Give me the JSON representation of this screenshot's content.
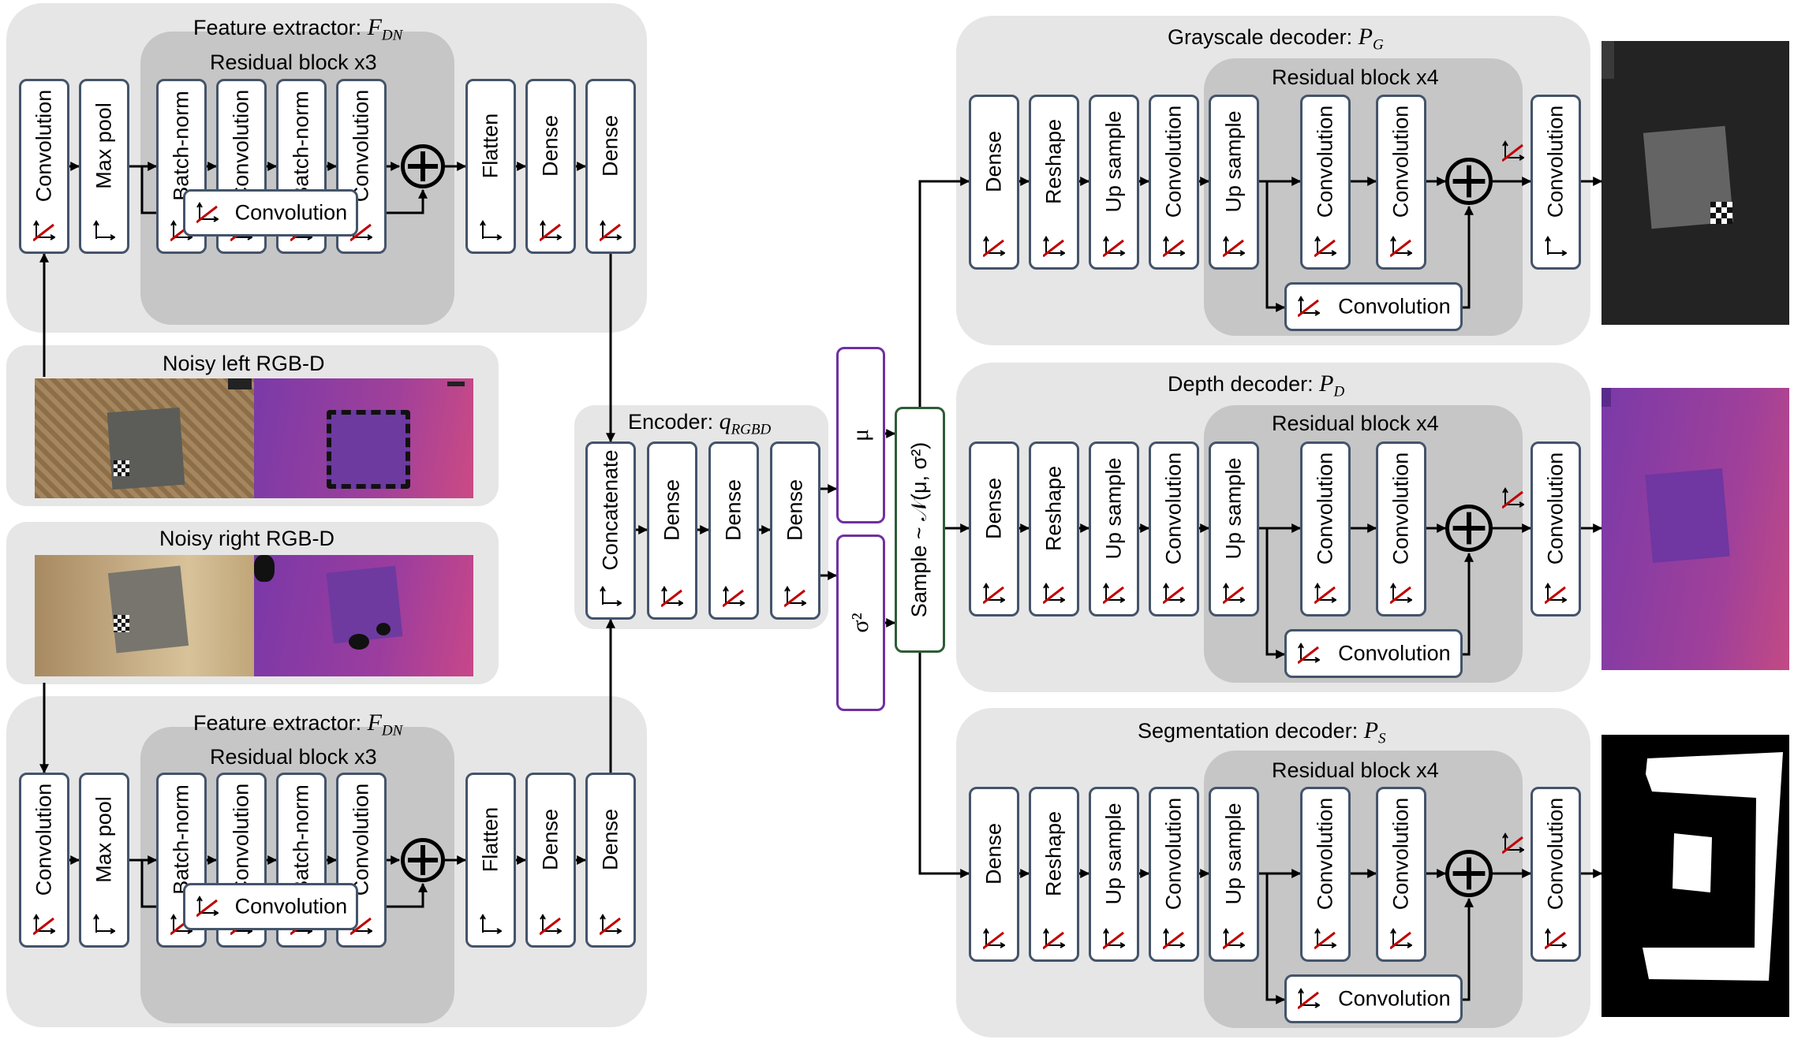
{
  "feature_extractor_title": "Feature extractor: ",
  "feature_extractor_symbol": "F",
  "feature_extractor_sub": "DN",
  "residual_x3": "Residual block x3",
  "residual_x4": "Residual block x4",
  "noisy_left_title": "Noisy left RGB-D",
  "noisy_right_title": "Noisy right RGB-D",
  "encoder_title": "Encoder: ",
  "encoder_symbol": "q",
  "encoder_sub": "RGBD",
  "grayscale_title": "Grayscale decoder: ",
  "grayscale_symbol": "P",
  "grayscale_sub": "G",
  "depth_title": "Depth decoder: ",
  "depth_symbol": "P",
  "depth_sub": "D",
  "segmentation_title": "Segmentation decoder: ",
  "segmentation_symbol": "P",
  "segmentation_sub": "S",
  "mu_label": "μ",
  "sigma_label": "σ²",
  "sample_label": "Sample ~ 𝒩(μ, σ²)",
  "labels": {
    "convolution": "Convolution",
    "max_pool": "Max pool",
    "batch_norm": "Batch-norm",
    "flatten": "Flatten",
    "dense": "Dense",
    "concatenate": "Concatenate",
    "reshape": "Reshape",
    "up_sample": "Up sample"
  },
  "icons": {
    "activation": "activation-plot-icon",
    "no_activation": "crossed-activation-icon",
    "sum": "circle-plus-icon"
  },
  "colors": {
    "panel": "#e6e6e6",
    "residual": "#c6c6c6",
    "block_border": "#44546a",
    "dist_border": "#7030a0",
    "sample_border": "#2e5c36",
    "cross": "#c00000"
  }
}
